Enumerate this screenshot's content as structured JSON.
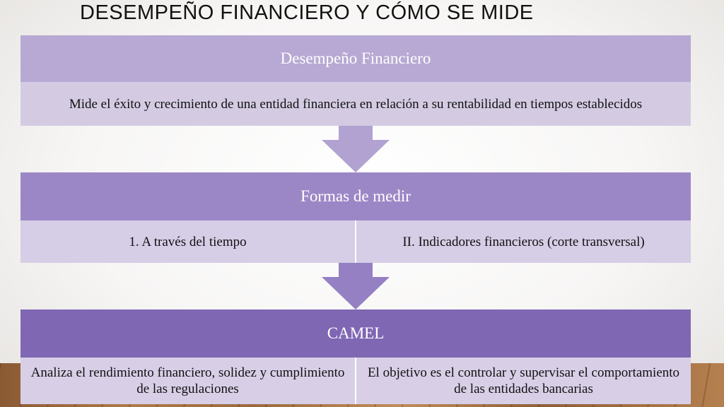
{
  "title": "DESEMPEÑO FINANCIERO Y CÓMO SE MIDE",
  "blocks": [
    {
      "header": "Desempeño Financiero",
      "cells": [
        "Mide el éxito y crecimiento de una entidad financiera en relación a su rentabilidad en tiempos establecidos"
      ]
    },
    {
      "header": "Formas de medir",
      "cells": [
        "1. A través del tiempo",
        "II. Indicadores financieros (corte transversal)"
      ]
    },
    {
      "header": "CAMEL",
      "cells": [
        "Analiza el rendimiento financiero, solidez y cumplimiento de las regulaciones",
        "El objetivo es el controlar y supervisar el comportamiento de las entidades bancarias"
      ]
    }
  ],
  "colors": {
    "level1_header": "#b7a9d3",
    "level2_header": "#9c87c6",
    "level3_header": "#7f67b3",
    "arrow1": "#b1a2d1",
    "arrow2": "#9580c3"
  }
}
